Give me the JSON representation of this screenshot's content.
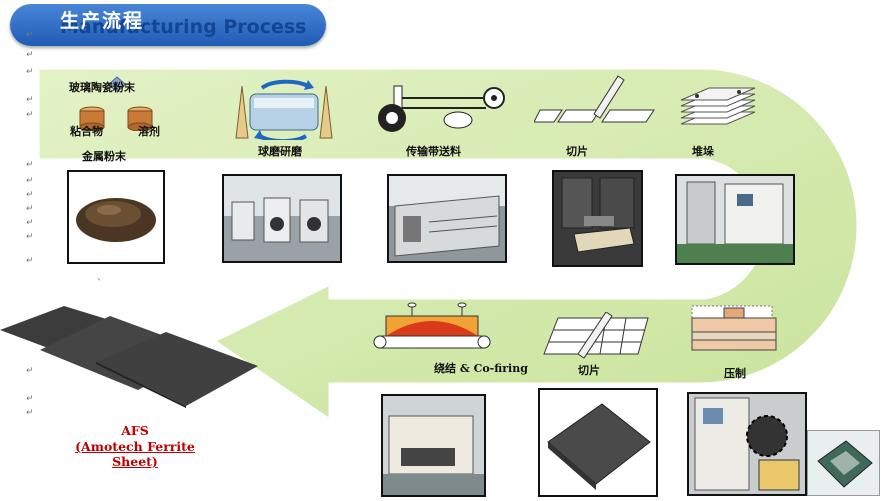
{
  "header": {
    "title_cn": "生产流程",
    "title_en": "Manufacturing Process"
  },
  "materials": {
    "glass_ceramic_powder": "玻璃陶瓷粉末",
    "binder": "粘合物",
    "solvent": "溶剂",
    "metal_powder": "金属粉末"
  },
  "steps": {
    "ball_milling": "球磨研磨",
    "tape_casting": "传输带送料",
    "cutting_1": "切片",
    "stacking": "堆垛",
    "pressing": "压制",
    "cutting_2": "切片",
    "sintering": "绕结 & Co-firing"
  },
  "product": {
    "name": "AFS",
    "full_name": "(Amotech Ferrite Sheet)"
  },
  "colors": {
    "flow_arrow": "#d6ecb0",
    "flow_border": "#ffffff",
    "badge": "#2f6cc4",
    "product_text": "#c00000"
  }
}
